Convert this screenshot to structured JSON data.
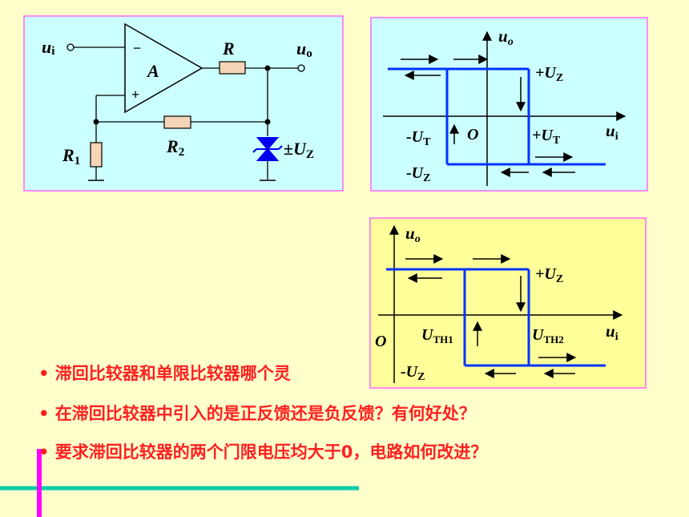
{
  "circuit": {
    "input_label": "u",
    "input_sub": "i",
    "minus": "−",
    "plus": "+",
    "opamp": "A",
    "resistor_r": "R",
    "output_label": "u",
    "output_sub": "o",
    "r1_label": "R",
    "r1_sub": "1",
    "r2_label": "R",
    "r2_sub": "2",
    "zener_label": "±U",
    "zener_sub": "Z"
  },
  "graph_top": {
    "y_label": "u",
    "y_sub": "o",
    "x_label": "u",
    "x_sub": "i",
    "plus_uz": "+U",
    "plus_uz_sub": "Z",
    "minus_uz": "-U",
    "minus_uz_sub": "Z",
    "minus_ut": "-U",
    "minus_ut_sub": "T",
    "plus_ut": "+U",
    "plus_ut_sub": "T",
    "origin": "O"
  },
  "graph_bottom": {
    "y_label": "u",
    "y_sub": "o",
    "x_label": "u",
    "x_sub": "i",
    "plus_uz": "+U",
    "plus_uz_sub": "Z",
    "minus_uz": "-U",
    "minus_uz_sub": "Z",
    "uth1": "U",
    "uth1_sub": "TH1",
    "uth2": "U",
    "uth2_sub": "TH2",
    "origin": "O"
  },
  "questions": [
    "• 滞回比较器和单限比较器哪个灵",
    "• 在滞回比较器中引入的是正反馈还是负反馈？有何好处？",
    "• 要求滞回比较器的两个门限电压均大于0，电路如何改进？"
  ],
  "colors": {
    "background": "#ffffcc",
    "panel_blue": "#ccffff",
    "panel_yellow": "#ffff99",
    "border": "#ff66ff",
    "curve": "#0033ff",
    "question_text": "#ff2020",
    "accent_bar": "#ff00ff",
    "accent_line": "#00ccaa"
  }
}
